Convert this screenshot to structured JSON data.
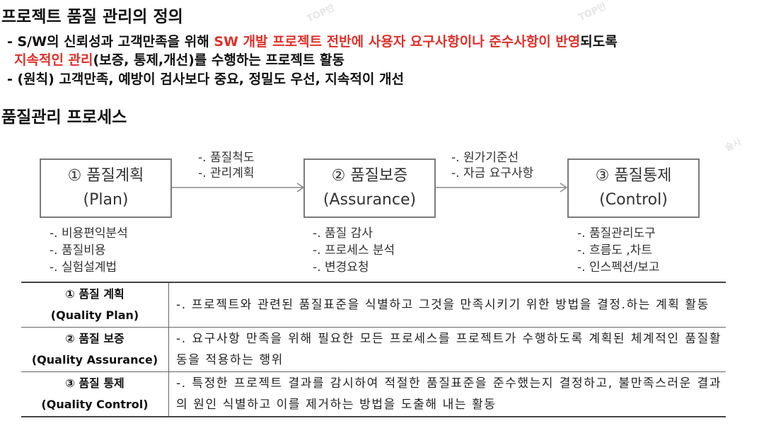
{
  "section1": {
    "title": "프로젝트 품질 관리의 정의",
    "bullet1_prefix": "- S/W의 신뢰성과 고객만족을 위해 ",
    "bullet1_red1": "SW 개발 프로젝트 전반에 사용자 요구사항이나 준수사항이 반영",
    "bullet1_mid": "되도록",
    "bullet1_red2": "지속적인 관리",
    "bullet1_suffix": "(보증, 통제,개선)를 수행하는 프로젝트 활동",
    "bullet2": "- (원칙) 고객만족, 예방이 검사보다 중요, 정밀도 우선, 지속적이 개선"
  },
  "section2": {
    "title": "품질관리 프로세스"
  },
  "watermarks": [
    "TOP반",
    "TOP반",
    "술사"
  ],
  "process": {
    "steps": [
      {
        "name": "① 품질계획",
        "eng": "(Plan)",
        "tools": [
          "-. 비용편익분석",
          "-. 품질비용",
          "-. 실험설계법"
        ]
      },
      {
        "name": "② 품질보증",
        "eng": "(Assurance)",
        "tools": [
          "-. 품질 감사",
          "-. 프로세스 분석",
          "-. 변경요청"
        ]
      },
      {
        "name": "③ 품질통제",
        "eng": "(Control)",
        "tools": [
          "-. 품질관리도구",
          "-. 흐름도 ,차트",
          "-. 인스펙션/보고"
        ]
      }
    ],
    "flows": [
      [
        "-. 품질척도",
        "-. 관리계획"
      ],
      [
        "-. 원가기준선",
        "-. 자금 요구사항"
      ]
    ]
  },
  "definitions": [
    {
      "label": "① 품질 계획",
      "eng": "(Quality Plan)",
      "desc": "-. 프로젝트와 관련된 품질표준을 식별하고 그것을 만족시키기 위한 방법을 결정.하는 계획 활동"
    },
    {
      "label": "② 품질 보증",
      "eng": "(Quality Assurance)",
      "desc": "-. 요구사항 만족을 위해 필요한 모든 프로세스를 프로젝트가 수행하도록 계획된 체계적인 품질활동을 적용하는 행위"
    },
    {
      "label": "③ 품질 통제",
      "eng": "(Quality Control)",
      "desc": "-. 특정한 프로젝트 결과를 감시하여 적절한 품질표준을 준수했는지 결정하고, 불만족스러운 결과의 원인 식별하고  이를 제거하는 방법을 도출해 내는 활동"
    }
  ]
}
